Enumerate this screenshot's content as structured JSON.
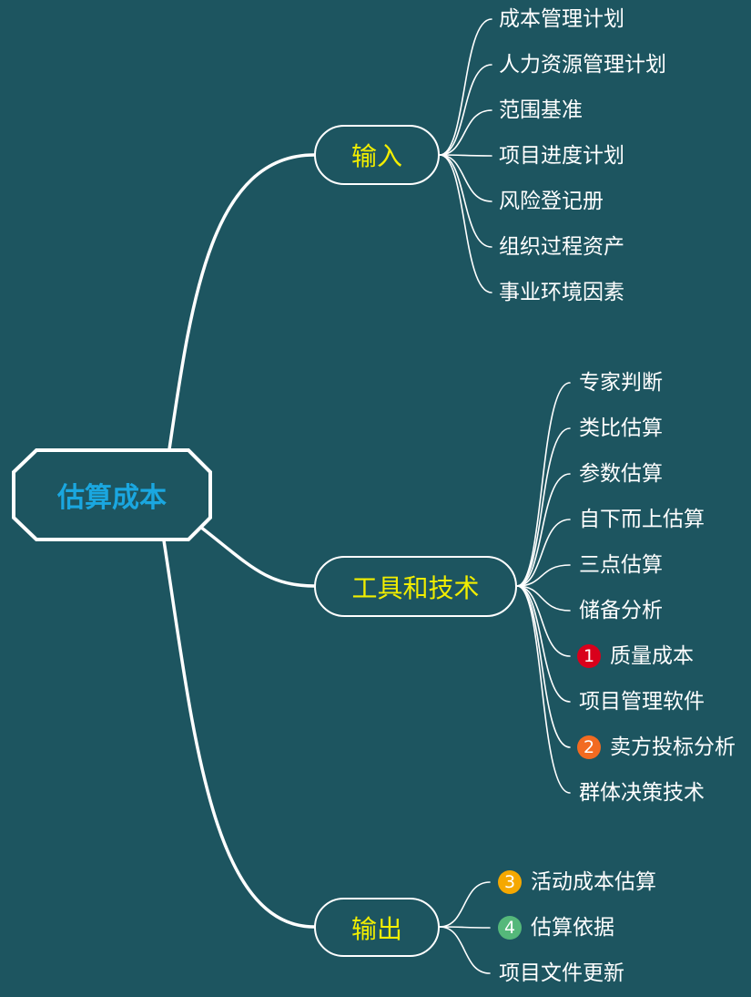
{
  "root": {
    "label": "估算成本"
  },
  "branches": [
    {
      "label": "输入",
      "items": [
        {
          "label": "成本管理计划"
        },
        {
          "label": "人力资源管理计划"
        },
        {
          "label": "范围基准"
        },
        {
          "label": "项目进度计划"
        },
        {
          "label": "风险登记册"
        },
        {
          "label": "组织过程资产"
        },
        {
          "label": "事业环境因素"
        }
      ]
    },
    {
      "label": "工具和技术",
      "items": [
        {
          "label": "专家判断"
        },
        {
          "label": "类比估算"
        },
        {
          "label": "参数估算"
        },
        {
          "label": "自下而上估算"
        },
        {
          "label": "三点估算"
        },
        {
          "label": "储备分析"
        },
        {
          "label": "质量成本",
          "badge": "1",
          "badge_color": "#d9001b"
        },
        {
          "label": "项目管理软件"
        },
        {
          "label": "卖方投标分析",
          "badge": "2",
          "badge_color": "#f26b21"
        },
        {
          "label": "群体决策技术"
        }
      ]
    },
    {
      "label": "输出",
      "items": [
        {
          "label": "活动成本估算",
          "badge": "3",
          "badge_color": "#f5a800"
        },
        {
          "label": "估算依据",
          "badge": "4",
          "badge_color": "#55b87a"
        },
        {
          "label": "项目文件更新"
        }
      ]
    }
  ],
  "colors": {
    "background": "#1d5560",
    "root_text": "#1aa7e0",
    "branch_text": "#f2ee00",
    "leaf_text": "#ffffff",
    "lines": "#ffffff"
  }
}
